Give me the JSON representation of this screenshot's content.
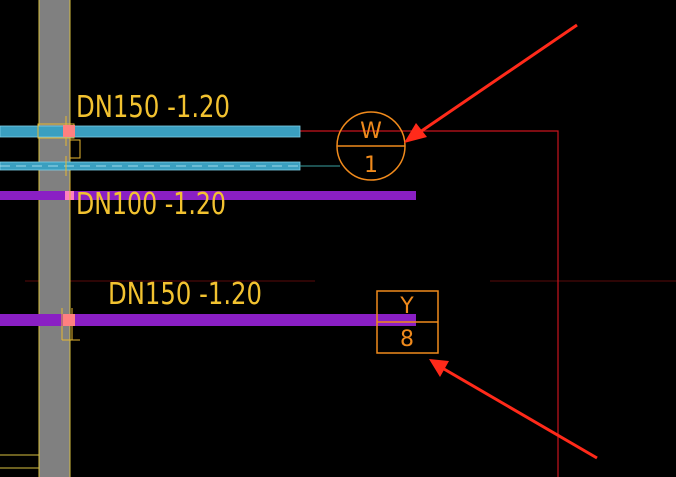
{
  "drawing": {
    "labels": {
      "pipe_upper": "DN150 -1.20",
      "pipe_middle": "DN100 -1.20",
      "pipe_lower": "DN150 -1.20"
    },
    "tags": {
      "circle_letter": "W",
      "circle_number": "1",
      "box_letter": "Y",
      "box_number": "8"
    },
    "colors": {
      "background": "#000000",
      "wall": "#808080",
      "cyan_pipe": "#3a9fc0",
      "purple_pipe": "#8a1fc4",
      "label_yellow": "#f2c230",
      "tag_orange": "#f08a1c",
      "red_line": "#c8141e",
      "arrow_red": "#ff2a1a"
    }
  }
}
